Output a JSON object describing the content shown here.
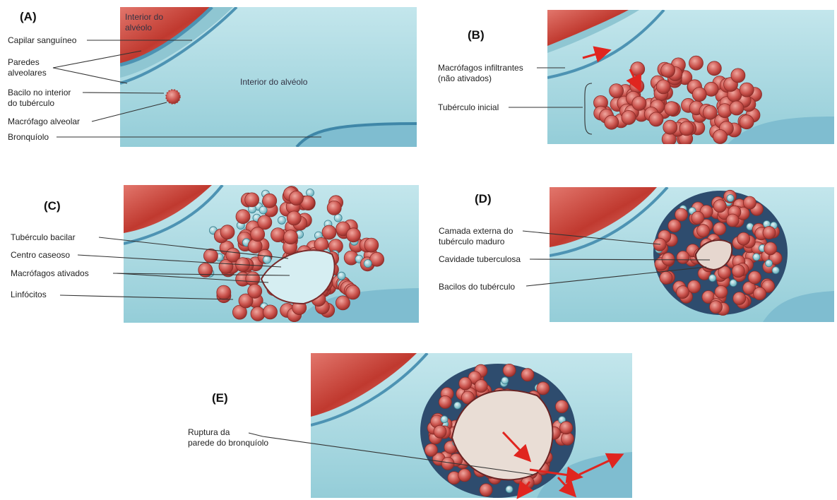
{
  "panels": [
    {
      "id": "A",
      "letter": "(A)"
    },
    {
      "id": "B",
      "letter": "(B)"
    },
    {
      "id": "C",
      "letter": "(C)"
    },
    {
      "id": "D",
      "letter": "(D)"
    },
    {
      "id": "E",
      "letter": "(E)"
    }
  ],
  "labels": {
    "a_interior_top": "Interior do\nalvéolo",
    "a_capilar": "Capilar sanguíneo",
    "a_paredes": "Paredes\nalveolares",
    "a_bacilo": "Bacilo no interior\ndo tubérculo",
    "a_macrofago": "Macrófago alveolar",
    "a_bronquiolo": "Bronquíolo",
    "a_interior_mid": "Interior do alvéolo",
    "b_macrofagos": "Macrófagos infiltrantes\n(não ativados)",
    "b_tuberculo": "Tubérculo inicial",
    "c_tuberculo": "Tubérculo bacilar",
    "c_centro": "Centro caseoso",
    "c_macrofagos": "Macrófagos ativados",
    "c_linfocitos": "Linfócitos",
    "d_camada": "Camada externa do\ntubérculo maduro",
    "d_cavidade": "Cavidade tuberculosa",
    "d_bacilos": "Bacilos do tubérculo",
    "e_ruptura": "Ruptura da\nparede do bronquíolo"
  },
  "colors": {
    "alveolus": "#a9d9e1",
    "vessel": "#c9473f",
    "cell": "#c5534e",
    "lymphocyte": "#7fc1cc",
    "arrow": "#e0251f"
  }
}
